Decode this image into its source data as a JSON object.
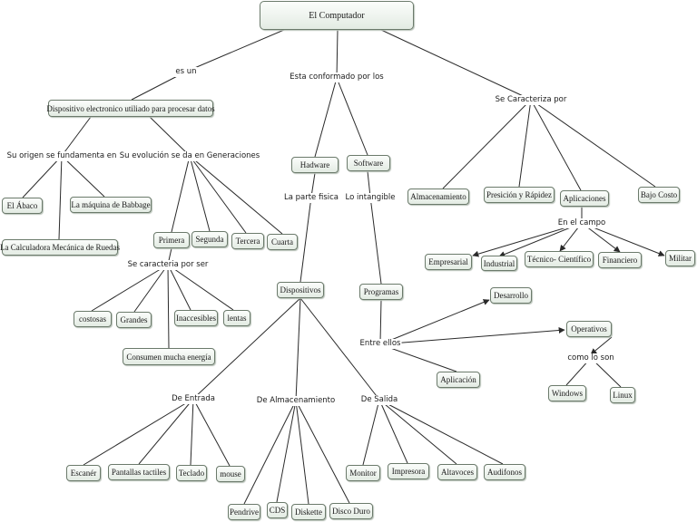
{
  "diagram": {
    "root": "El Computador",
    "nodes": {
      "dispositivo": "Dispositivo electronico utiliado para procesar datos",
      "abaco": "El Ábaco",
      "babbage": "La máquina de Babbage",
      "calculadora": "La Calculadora Mecánica de Ruedas",
      "primera": "Primera",
      "segunda": "Segunda",
      "tercera": "Tercera",
      "cuarta": "Cuarta",
      "costosas": "costosas",
      "grandes": "Grandes",
      "inaccesibles": "Inaccesibles",
      "lentas": "lentas",
      "energia": "Consumen mucha energía",
      "hardware": "Hadware",
      "software": "Software",
      "dispositivos": "Dispositivos",
      "programas": "Programas",
      "desarrollo": "Desarrollo",
      "operativos": "Operativos",
      "aplicacion": "Aplicación",
      "windows": "Windows",
      "linux": "Linux",
      "almacenamiento": "Almacenamiento",
      "presicion": "Presición y Rápidez",
      "aplicaciones": "Aplicaciones",
      "bajo_costo": "Bajo Costo",
      "empresarial": "Empresarial",
      "industrial": "Industrial",
      "tecnico": "Técnico- Científico",
      "financiero": "Financiero",
      "militar": "Militar",
      "escaner": "Escanér",
      "pantallas": "Pantallas tactiles",
      "teclado": "Teclado",
      "mouse": "mouse",
      "pendrive": "Pendrive",
      "cds": "CDS",
      "diskette": "Diskette",
      "disco_duro": "Disco Duro",
      "monitor": "Monitor",
      "impresora": "Impresora",
      "altavoces": "Altavoces",
      "audifonos": "Audifonos"
    },
    "labels": {
      "es_un": "es un",
      "conformado": "Esta conformado por los",
      "caracteriza": "Se Caracteriza por",
      "origen": "Su origen se fundamenta en",
      "evolucion": "Su evolución se da en Generaciones",
      "caracteria_ser": "Se caracteria por ser",
      "parte_fisica": "La parte fisica",
      "intangible": "Lo intangible",
      "en_el_campo": "En el campo",
      "entre_ellos": "Entre ellos",
      "como_lo_son": "como lo son",
      "de_entrada": "De Entrada",
      "de_almacenamiento": "De Almacenamiento",
      "de_salida": "De Salida"
    }
  }
}
